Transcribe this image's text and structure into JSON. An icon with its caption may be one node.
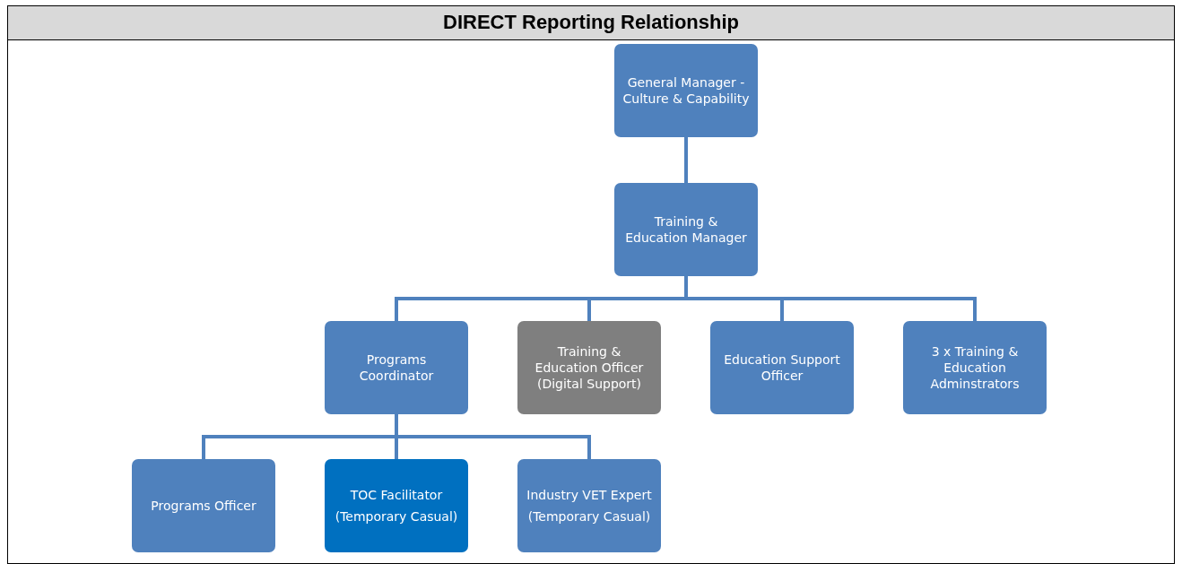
{
  "diagram": {
    "title": "DIRECT Reporting Relationship",
    "nodes": [
      {
        "text": [
          "General Manager - Culture & Capability"
        ]
      },
      {
        "text": [
          "Training & Education Manager"
        ]
      },
      {
        "text": [
          "Programs Coordinator"
        ]
      },
      {
        "text": [
          "Training & Education Officer (Digital Support)"
        ]
      },
      {
        "text": [
          "Education Support Officer"
        ]
      },
      {
        "text": [
          "3 x Training & Education Adminstrators"
        ]
      },
      {
        "text": [
          "Programs Officer"
        ]
      },
      {
        "text": [
          "TOC Facilitator",
          "(Temporary Casual)"
        ]
      },
      {
        "text": [
          "Industry VET Expert",
          "(Temporary Casual)"
        ]
      }
    ],
    "edges": [
      {
        "from": 0,
        "to": 1,
        "arrow": "none"
      },
      {
        "from": 1,
        "to": 2,
        "arrow": "none"
      },
      {
        "from": 1,
        "to": 3,
        "arrow": "none"
      },
      {
        "from": 1,
        "to": 4,
        "arrow": "none"
      },
      {
        "from": 1,
        "to": 5,
        "arrow": "none"
      },
      {
        "from": 2,
        "to": 6,
        "arrow": "none"
      },
      {
        "from": 2,
        "to": 7,
        "arrow": "none"
      },
      {
        "from": 2,
        "to": 8,
        "arrow": "none"
      }
    ]
  }
}
